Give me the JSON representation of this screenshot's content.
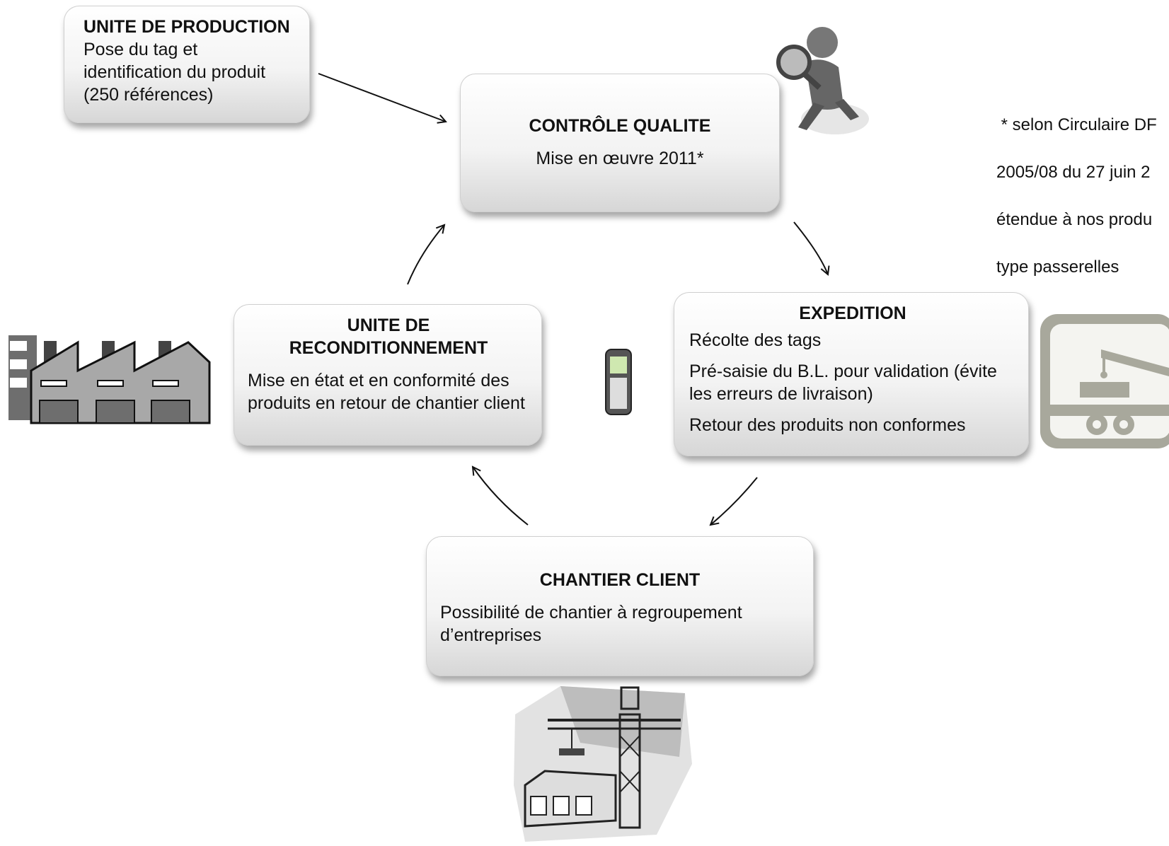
{
  "production": {
    "title": "UNITE DE PRODUCTION",
    "lines": [
      "Pose du tag et",
      "identification du produit",
      "(250 références)"
    ]
  },
  "controle": {
    "title": "CONTRÔLE QUALITE",
    "text": "Mise en œuvre 2011*"
  },
  "expedition": {
    "title": "EXPEDITION",
    "items": [
      "Récolte des tags",
      "Pré-saisie du B.L. pour validation (évite les erreurs de livraison)",
      "Retour des produits non conformes"
    ]
  },
  "chantier": {
    "title": "CHANTIER CLIENT",
    "text": "Possibilité de chantier à regroupement d’entreprises"
  },
  "reconditionnement": {
    "title_lines": [
      "UNITE DE",
      "RECONDITIONNEMENT"
    ],
    "text": "Mise en état et en conformité des produits en retour de chantier client"
  },
  "footnote": {
    "lines": [
      " * selon Circulaire DF",
      "2005/08 du 27 juin 2",
      "étendue à nos produ",
      "type passerelles"
    ]
  },
  "icons": [
    "inspector-figure-icon",
    "factory-icon",
    "handheld-scanner-icon",
    "crane-truck-icon",
    "construction-site-icon"
  ],
  "colors": {
    "box_top": "#ffffff",
    "box_bottom": "#d6d6d6",
    "arrow": "#111111"
  }
}
